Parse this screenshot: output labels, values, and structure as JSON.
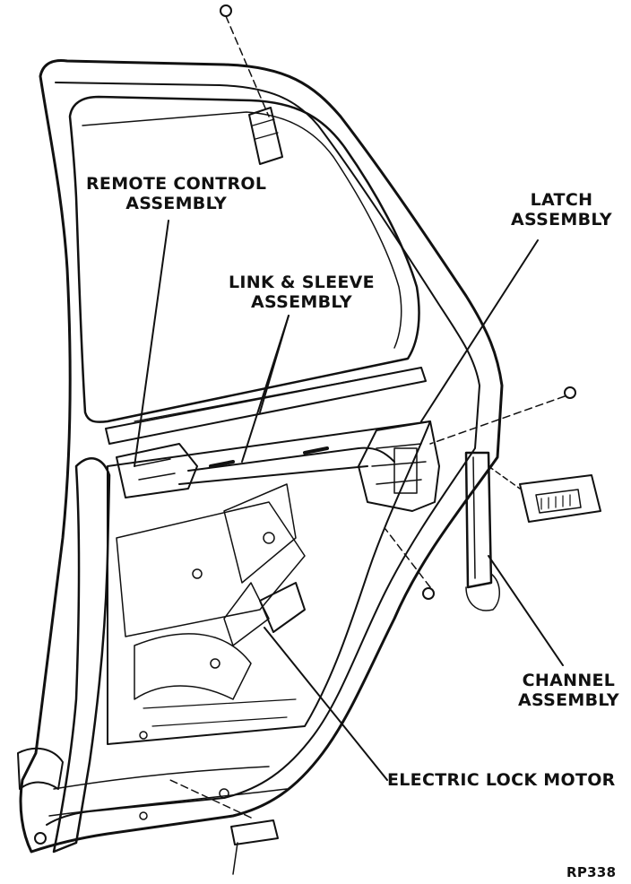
{
  "labels": {
    "remote_control": [
      "REMOTE CONTROL",
      "ASSEMBLY"
    ],
    "link_sleeve": [
      "LINK & SLEEVE",
      "ASSEMBLY"
    ],
    "latch": [
      "LATCH",
      "ASSEMBLY"
    ],
    "channel": [
      "CHANNEL",
      "ASSEMBLY"
    ],
    "electric_lock_motor": "ELECTRIC LOCK MOTOR",
    "figure_code": "RP338"
  },
  "colors": {
    "ink": "#111111",
    "background": "#ffffff"
  }
}
